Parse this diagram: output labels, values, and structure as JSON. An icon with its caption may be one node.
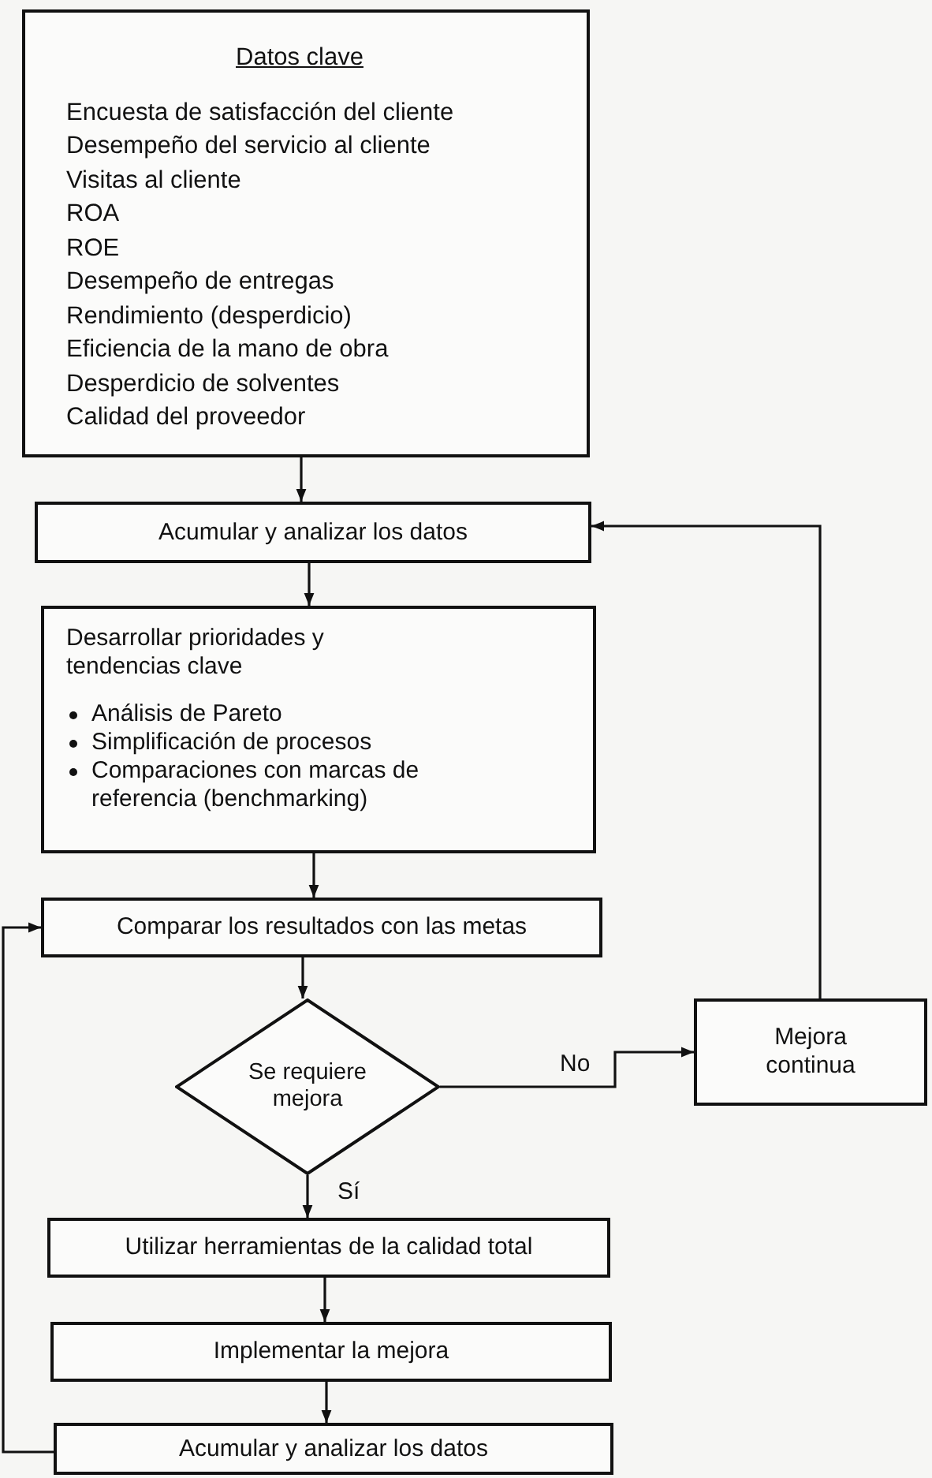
{
  "diagram": {
    "nodes": [
      {
        "text": [
          "Datos clave",
          "Encuesta de satisfacción del cliente",
          "Desempeño del servicio al cliente",
          "Visitas al cliente",
          "ROA",
          "ROE",
          "Desempeño de entregas",
          "Rendimiento (desperdicio)",
          "Eficiencia de la mano de obra",
          "Desperdicio de solventes",
          "Calidad del proveedor"
        ]
      },
      {
        "text": [
          "Acumular y analizar los datos"
        ]
      },
      {
        "text": [
          "Desarrollar prioridades y tendencias clave",
          "Análisis de Pareto",
          "Simplificación de procesos",
          "Comparaciones con marcas de referencia (benchmarking)"
        ]
      },
      {
        "text": [
          "Comparar los resultados con las metas"
        ]
      },
      {
        "text": [
          "Se requiere mejora"
        ]
      },
      {
        "text": [
          "Mejora continua"
        ]
      },
      {
        "text": [
          "Utilizar herramientas de la calidad total"
        ]
      },
      {
        "text": [
          "Implementar la mejora"
        ]
      },
      {
        "text": [
          "Acumular y analizar los datos"
        ]
      }
    ],
    "edges": [
      {
        "from": 0,
        "to": 1,
        "arrow": "to"
      },
      {
        "from": 1,
        "to": 2,
        "arrow": "to"
      },
      {
        "from": 2,
        "to": 3,
        "arrow": "to"
      },
      {
        "from": 3,
        "to": 4,
        "arrow": "to"
      },
      {
        "from": 4,
        "to": 5,
        "arrow": "to",
        "label": "No"
      },
      {
        "from": 5,
        "to": 1,
        "arrow": "to"
      },
      {
        "from": 4,
        "to": 6,
        "arrow": "to",
        "label": "Sí"
      },
      {
        "from": 6,
        "to": 7,
        "arrow": "to"
      },
      {
        "from": 7,
        "to": 8,
        "arrow": "to"
      },
      {
        "from": 8,
        "to": 3,
        "arrow": "to"
      }
    ]
  }
}
